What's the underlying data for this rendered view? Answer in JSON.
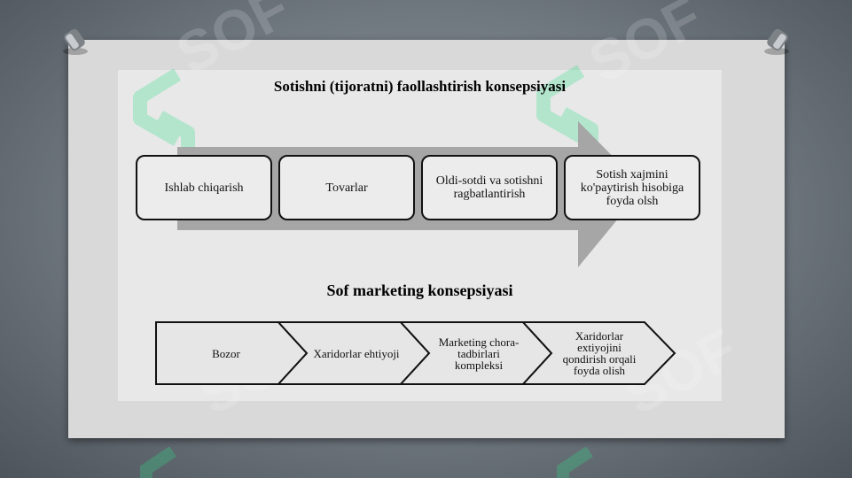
{
  "slide": {
    "title_top": "Sotishni (tijoratni) faollashtirish konsepsiyasi",
    "title_bottom": "Sof marketing konsepsiyasi",
    "top_flow": [
      "Ishlab chiqarish",
      "Tovarlar",
      "Oldi-sotdi va sotishni ragbatlantirish",
      "Sotish xajmini ko'paytirish hisobiga foyda olsh"
    ],
    "bottom_flow": [
      "Bozor",
      "Xaridorlar ehtiyoji",
      "Marketing chora-tadbirlari kompleksi",
      "Xaridorlar extiyojini qondirish orqali foyda olish"
    ],
    "watermark_text": "SOF"
  },
  "colors": {
    "backdrop": "#6f777f",
    "board": "#d9d9d9",
    "inner": "#e8e8e8",
    "arrow_shadow": "#a6a6a6",
    "watermark": "#2fe08a"
  }
}
